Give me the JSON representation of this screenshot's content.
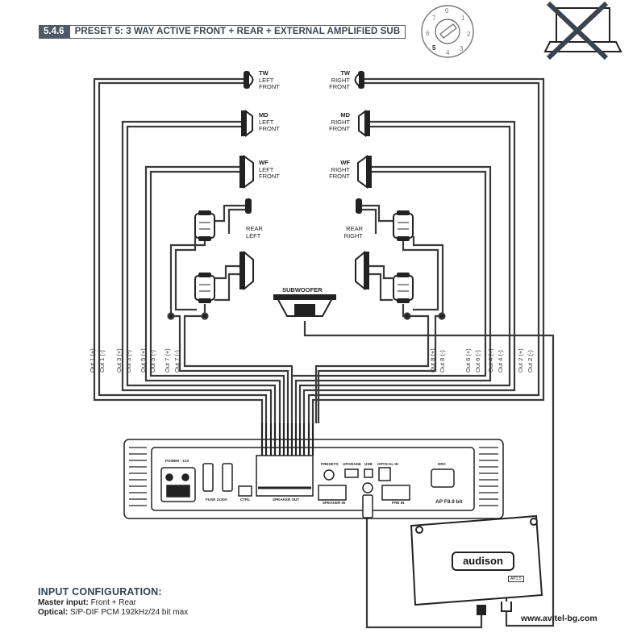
{
  "header": {
    "section": "5.4.6",
    "title": "PRESET 5: 3 WAY ACTIVE FRONT + REAR + EXTERNAL AMPLIFIED SUB"
  },
  "preset_dial": {
    "digits": [
      "0",
      "1",
      "2",
      "3",
      "4",
      "5",
      "6",
      "7"
    ],
    "selected": "5"
  },
  "speakers": {
    "tw_left": [
      "TW",
      "LEFT",
      "FRONT"
    ],
    "md_left": [
      "MD",
      "LEFT",
      "FRONT"
    ],
    "wf_left": [
      "WF",
      "LEFT",
      "FRONT"
    ],
    "tw_right": [
      "TW",
      "RIGHT",
      "FRONT"
    ],
    "md_right": [
      "MD",
      "RIGHT",
      "FRONT"
    ],
    "wf_right": [
      "WF",
      "RIGHT",
      "FRONT"
    ],
    "rear_left": [
      "REAR",
      "LEFT"
    ],
    "rear_right": [
      "REAR",
      "RIGHT"
    ],
    "subwoofer": "SUBWOOFER"
  },
  "outputs_left": [
    "Out 1 (+)",
    "Out 1 (-)",
    "Out 3 (+)",
    "Out 3 (-)",
    "Out 5 (+)",
    "Out 5 (-)",
    "Out 7 (+)",
    "Out 7 (-)"
  ],
  "outputs_right": [
    "Out 8 (+)",
    "Out 8 (-)",
    "Out 6 (+)",
    "Out 6 (-)",
    "Out 4 (+)",
    "Out 4 (-)",
    "Out 2 (+)",
    "Out 2 (-)"
  ],
  "amp_panel": {
    "power": "POWER - 12V",
    "fuse": "FUSE 2x30A",
    "ctrl": "CTRL",
    "speaker_out": "SPEAKER OUT",
    "presets": "PRESETS",
    "upgrade": "UPGRADE",
    "usb": "USB",
    "optical_in": "OPTICAL IN",
    "speaker_in": "SPEAKER IN",
    "pre_in": "PRE IN",
    "drc": "DRC",
    "model": "AP F8.9 bit"
  },
  "external_amp": {
    "brand": "audison",
    "tag": "AP1.5"
  },
  "input_config": {
    "title": "INPUT CONFIGURATION:",
    "master_key": "Master input:",
    "master_val": "Front + Rear",
    "optical_key": "Optical:",
    "optical_val": "S/P-DIF PCM 192kHz/24 bit max"
  },
  "website": "www.avitel-bg.com",
  "colors": {
    "header_bg": "#4f5a66",
    "wire": "#3a3a3a",
    "component": "#222222"
  }
}
